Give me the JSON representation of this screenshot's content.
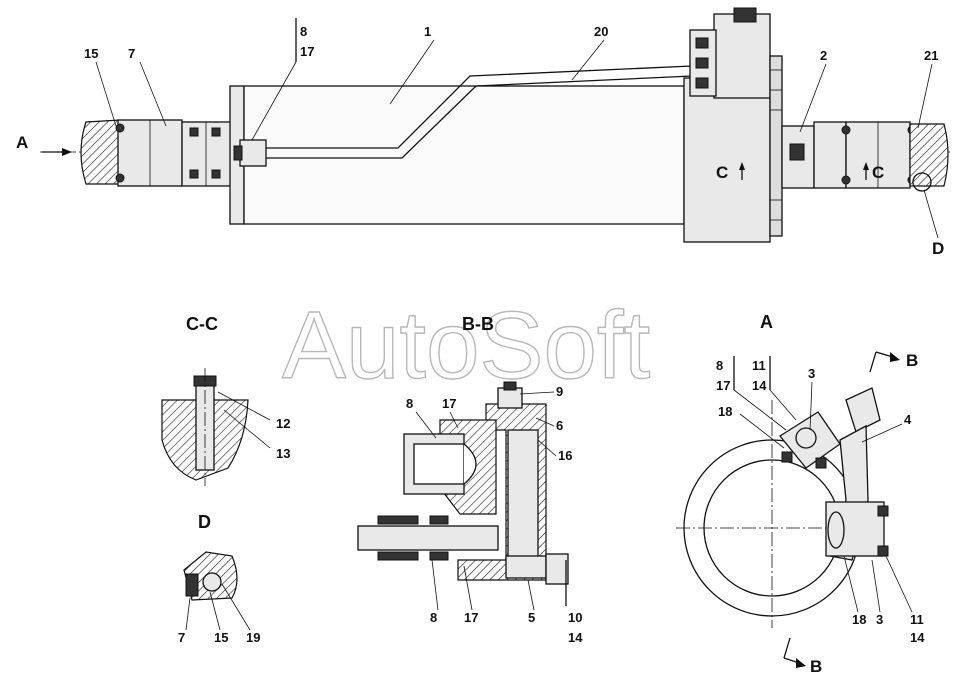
{
  "watermark": "AutoSoft",
  "sections": {
    "cc": "C-C",
    "bb": "B-B",
    "a": "A",
    "d": "D"
  },
  "view_marks": {
    "arrow_a": "A",
    "c_left": "C",
    "c_right": "C",
    "d_callout": "D",
    "b_top": "B",
    "b_bottom": "B"
  },
  "main_view": {
    "callouts": [
      "15",
      "7",
      "8",
      "17",
      "1",
      "20",
      "2",
      "21"
    ]
  },
  "section_cc": {
    "callouts": [
      "12",
      "13"
    ]
  },
  "section_d": {
    "callouts": [
      "7",
      "15",
      "19"
    ]
  },
  "section_bb": {
    "callouts": [
      "8",
      "17",
      "9",
      "6",
      "16",
      "8",
      "17",
      "5",
      "10",
      "14"
    ]
  },
  "view_a": {
    "callouts": [
      "8",
      "17",
      "11",
      "14",
      "3",
      "18",
      "4",
      "18",
      "3",
      "11",
      "14"
    ]
  }
}
